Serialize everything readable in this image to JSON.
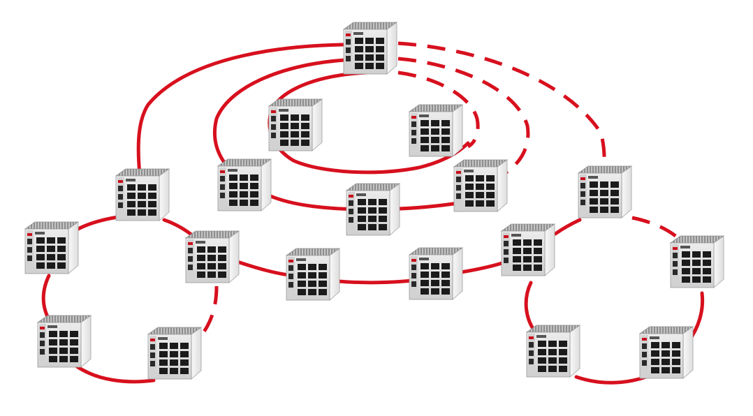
{
  "colors": {
    "link": "#d7101e",
    "switch_front": "#dcdcdc",
    "switch_side": "#f3f3f3",
    "switch_top": "#b5b5b5",
    "port": "#1b1b1b",
    "logo": "#c8101c"
  },
  "diagram": {
    "type": "network-topology",
    "device_icon": "industrial-ethernet-switch-icon",
    "link_style": "redundant-ring",
    "switch_count": 18,
    "ring_count": 6,
    "backup_links": "dashed"
  }
}
